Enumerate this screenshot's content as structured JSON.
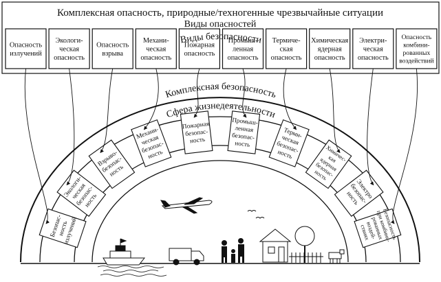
{
  "header": {
    "title": "Комплексная опасность, природные/техногенные чрезвычайные ситуации",
    "subtitle": "Виды опасностей"
  },
  "hazards": [
    {
      "lines": [
        "Опасность",
        "излучений"
      ]
    },
    {
      "lines": [
        "Экологи-",
        "ческая",
        "опасность"
      ]
    },
    {
      "lines": [
        "Опасность",
        "взрыва"
      ]
    },
    {
      "lines": [
        "Механи-",
        "ческая",
        "опасность"
      ]
    },
    {
      "lines": [
        "Пожарная",
        "опасность"
      ]
    },
    {
      "lines": [
        "Промыш-",
        "ленная",
        "опасность"
      ]
    },
    {
      "lines": [
        "Термиче-",
        "ская",
        "опасность"
      ]
    },
    {
      "lines": [
        "Химическая",
        "ядерная",
        "опасность"
      ]
    },
    {
      "lines": [
        "Электри-",
        "ческая",
        "опасность"
      ]
    },
    {
      "lines": [
        "Опасность",
        "комбини-",
        "рованных",
        "воздействий"
      ]
    }
  ],
  "arc_labels": {
    "safety_types": "Виды безопасности",
    "complex_safety": "Комплексная безопасность",
    "life_sphere": "Сфера жизнедеятельности"
  },
  "safety": [
    {
      "lines": [
        "Безопас-",
        "ность",
        "излучений"
      ]
    },
    {
      "lines": [
        "Экологи-",
        "ческая",
        "безопас-",
        "ность"
      ]
    },
    {
      "lines": [
        "Взрыво-",
        "безопас-",
        "ность"
      ]
    },
    {
      "lines": [
        "Механи-",
        "ческая",
        "безопас-",
        "ность"
      ]
    },
    {
      "lines": [
        "Пожарная",
        "безопас-",
        "ность"
      ]
    },
    {
      "lines": [
        "Промыш-",
        "ленная",
        "безопас-",
        "ность"
      ]
    },
    {
      "lines": [
        "Терми-",
        "ческая",
        "безопас-",
        "ность"
      ]
    },
    {
      "lines": [
        "Химичес-",
        "кая",
        "ядерная",
        "безопас-",
        "ность"
      ]
    },
    {
      "lines": [
        "Электро",
        "безопас-",
        "ность"
      ]
    },
    {
      "lines": [
        "Безопасность",
        "при комбини-",
        "рованных",
        "воздей-",
        "ствиях"
      ]
    }
  ],
  "colors": {
    "ink": "#111111",
    "background": "#ffffff"
  }
}
